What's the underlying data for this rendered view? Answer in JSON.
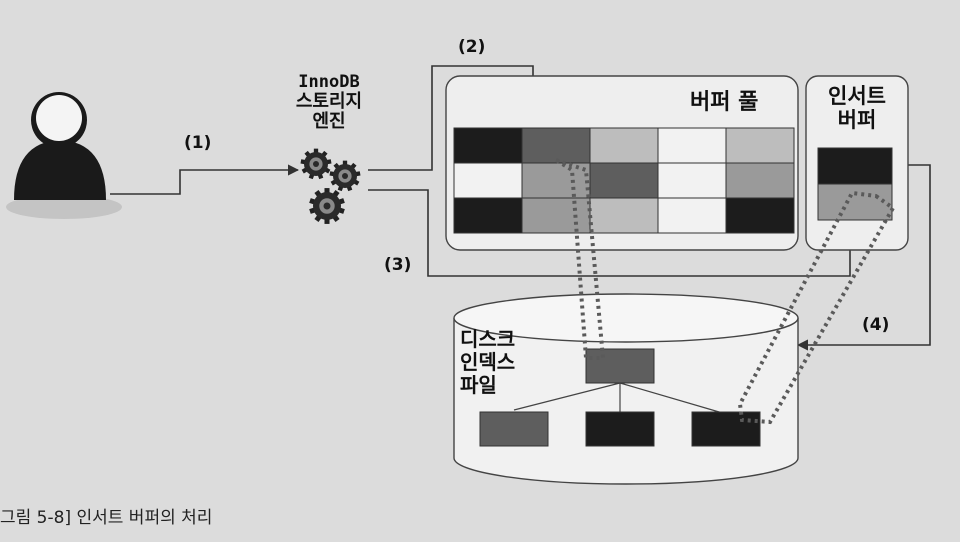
{
  "labels": {
    "step1": "(1)",
    "step2": "(2)",
    "step3": "(3)",
    "step4": "(4)",
    "engine_line1": "InnoDB",
    "engine_line2": "스토리지",
    "engine_line3": "엔진",
    "buffer_pool": "버퍼 풀",
    "insert_buffer_line1": "인서트",
    "insert_buffer_line2": "버퍼",
    "disk_line1": "디스크",
    "disk_line2": "인덱스",
    "disk_line3": "파일"
  },
  "caption": "그림 5-8] 인서트 버퍼의 처리",
  "colors": {
    "background": "#dcdcdc",
    "panel": "#eeeeee",
    "line": "#333333",
    "dotted": "#5a5a5a",
    "cell_black": "#1c1c1c",
    "cell_dark": "#5e5e5e",
    "cell_mid": "#9a9a9a",
    "cell_light": "#bdbdbd",
    "cell_white": "#f2f2f2",
    "user": "#1a1a1a"
  },
  "buffer_pool_grid": [
    [
      "black",
      "dark",
      "light",
      "white",
      "light"
    ],
    [
      "white",
      "mid",
      "dark",
      "white",
      "mid"
    ],
    [
      "black",
      "mid",
      "light",
      "white",
      "black"
    ]
  ],
  "insert_buffer_cells": [
    "black",
    "mid"
  ],
  "index_tree": {
    "root": "dark",
    "leaves": [
      "dark",
      "black",
      "black"
    ]
  }
}
